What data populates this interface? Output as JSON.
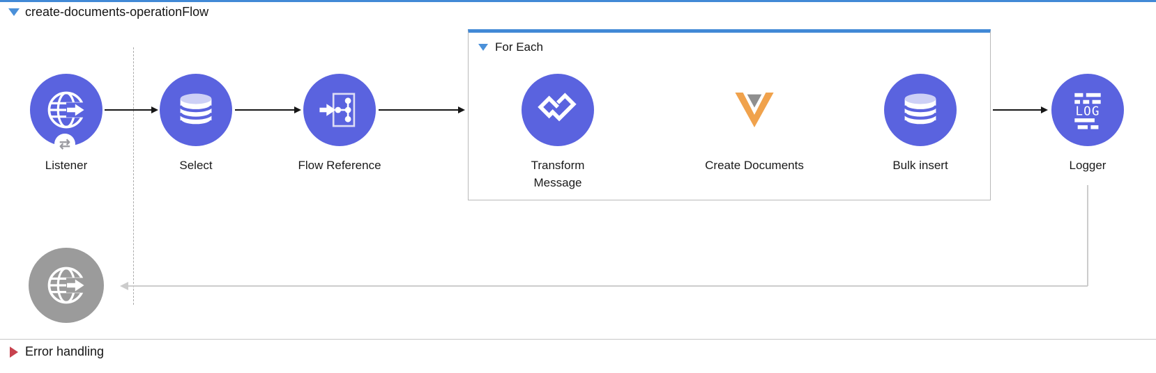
{
  "header": {
    "title": "create-documents-operationFlow"
  },
  "flow": {
    "nodes": [
      {
        "id": "listener",
        "label": "Listener",
        "icon": "globe-arrow-icon",
        "badge_glyph": "⇄"
      },
      {
        "id": "select",
        "label": "Select",
        "icon": "database-icon"
      },
      {
        "id": "flow-reference",
        "label": "Flow Reference",
        "icon": "flow-reference-icon"
      },
      {
        "id": "transform-message",
        "label": "Transform Message",
        "icon": "dataweave-icon",
        "scope": "for-each"
      },
      {
        "id": "create-documents",
        "label": "Create Documents",
        "icon": "veeva-icon",
        "scope": "for-each"
      },
      {
        "id": "bulk-insert",
        "label": "Bulk insert",
        "icon": "database-icon",
        "scope": "for-each"
      },
      {
        "id": "logger",
        "label": "Logger",
        "icon": "log-icon"
      }
    ],
    "scope": {
      "label": "For Each"
    },
    "error_source": {
      "icon": "globe-arrow-icon"
    }
  },
  "error_handling": {
    "label": "Error handling"
  },
  "colors": {
    "node_purple": "#5a63df",
    "node_gray": "#9b9b9b",
    "scope_border_blue": "#4189d6",
    "collapse_triangle_blue": "#4a90d9",
    "error_triangle_red": "#c7424e",
    "arrow_black": "#161616",
    "return_path_gray": "#cccccc",
    "veeva_orange": "#f0a24c",
    "veeva_gray": "#8f8f8f",
    "db_top_lavender": "#cdd0f6"
  }
}
